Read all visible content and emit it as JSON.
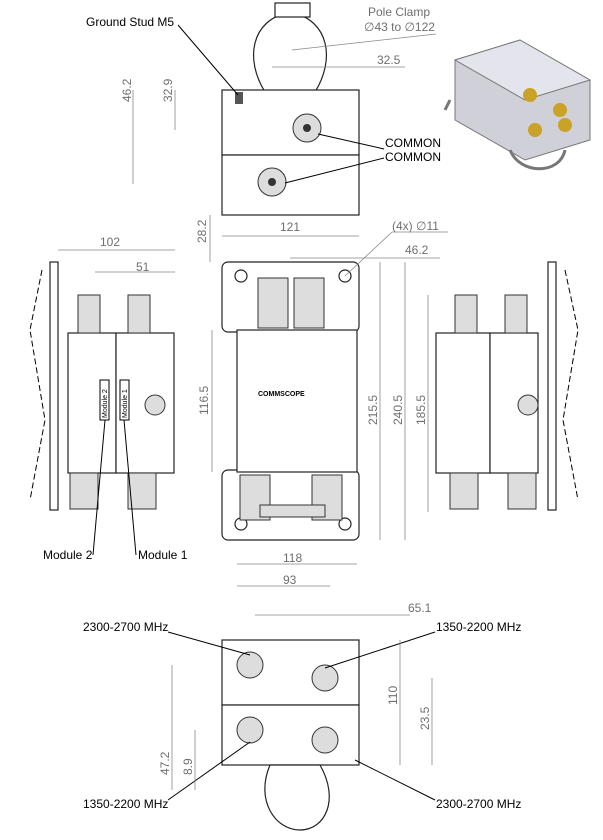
{
  "top_view": {
    "ground_stud": "Ground Stud M5",
    "pole_clamp": "Pole Clamp",
    "pole_range": "∅43 to ∅122",
    "dim_32_5": "32.5",
    "dim_46_2": "46.2",
    "dim_32_9": "32.9",
    "common_1": "COMMON",
    "common_2": "COMMON"
  },
  "front_view": {
    "dim_121": "121",
    "dim_28_2": "28.2",
    "holes": "(4x) ∅11",
    "dim_46_2": "46.2",
    "dim_116_5": "116.5",
    "dim_215_5": "215.5",
    "dim_240_5": "240.5",
    "dim_185_5": "185.5",
    "dim_118": "118",
    "dim_93": "93",
    "brand": "COMMSCOPE"
  },
  "side_view": {
    "dim_102": "102",
    "dim_51": "51",
    "module_2": "Module 2",
    "module_1": "Module 1",
    "module_2_tag": "Module 2",
    "module_1_tag": "Module 1"
  },
  "bottom_view": {
    "dim_65_1": "65.1",
    "dim_110": "110",
    "dim_23_5": "23.5",
    "dim_47_2": "47.2",
    "dim_8_9": "8.9",
    "port_tl": "2300-2700 MHz",
    "port_tr": "1350-2200 MHz",
    "port_bl": "1350-2200 MHz",
    "port_br": "2300-2700 MHz"
  }
}
